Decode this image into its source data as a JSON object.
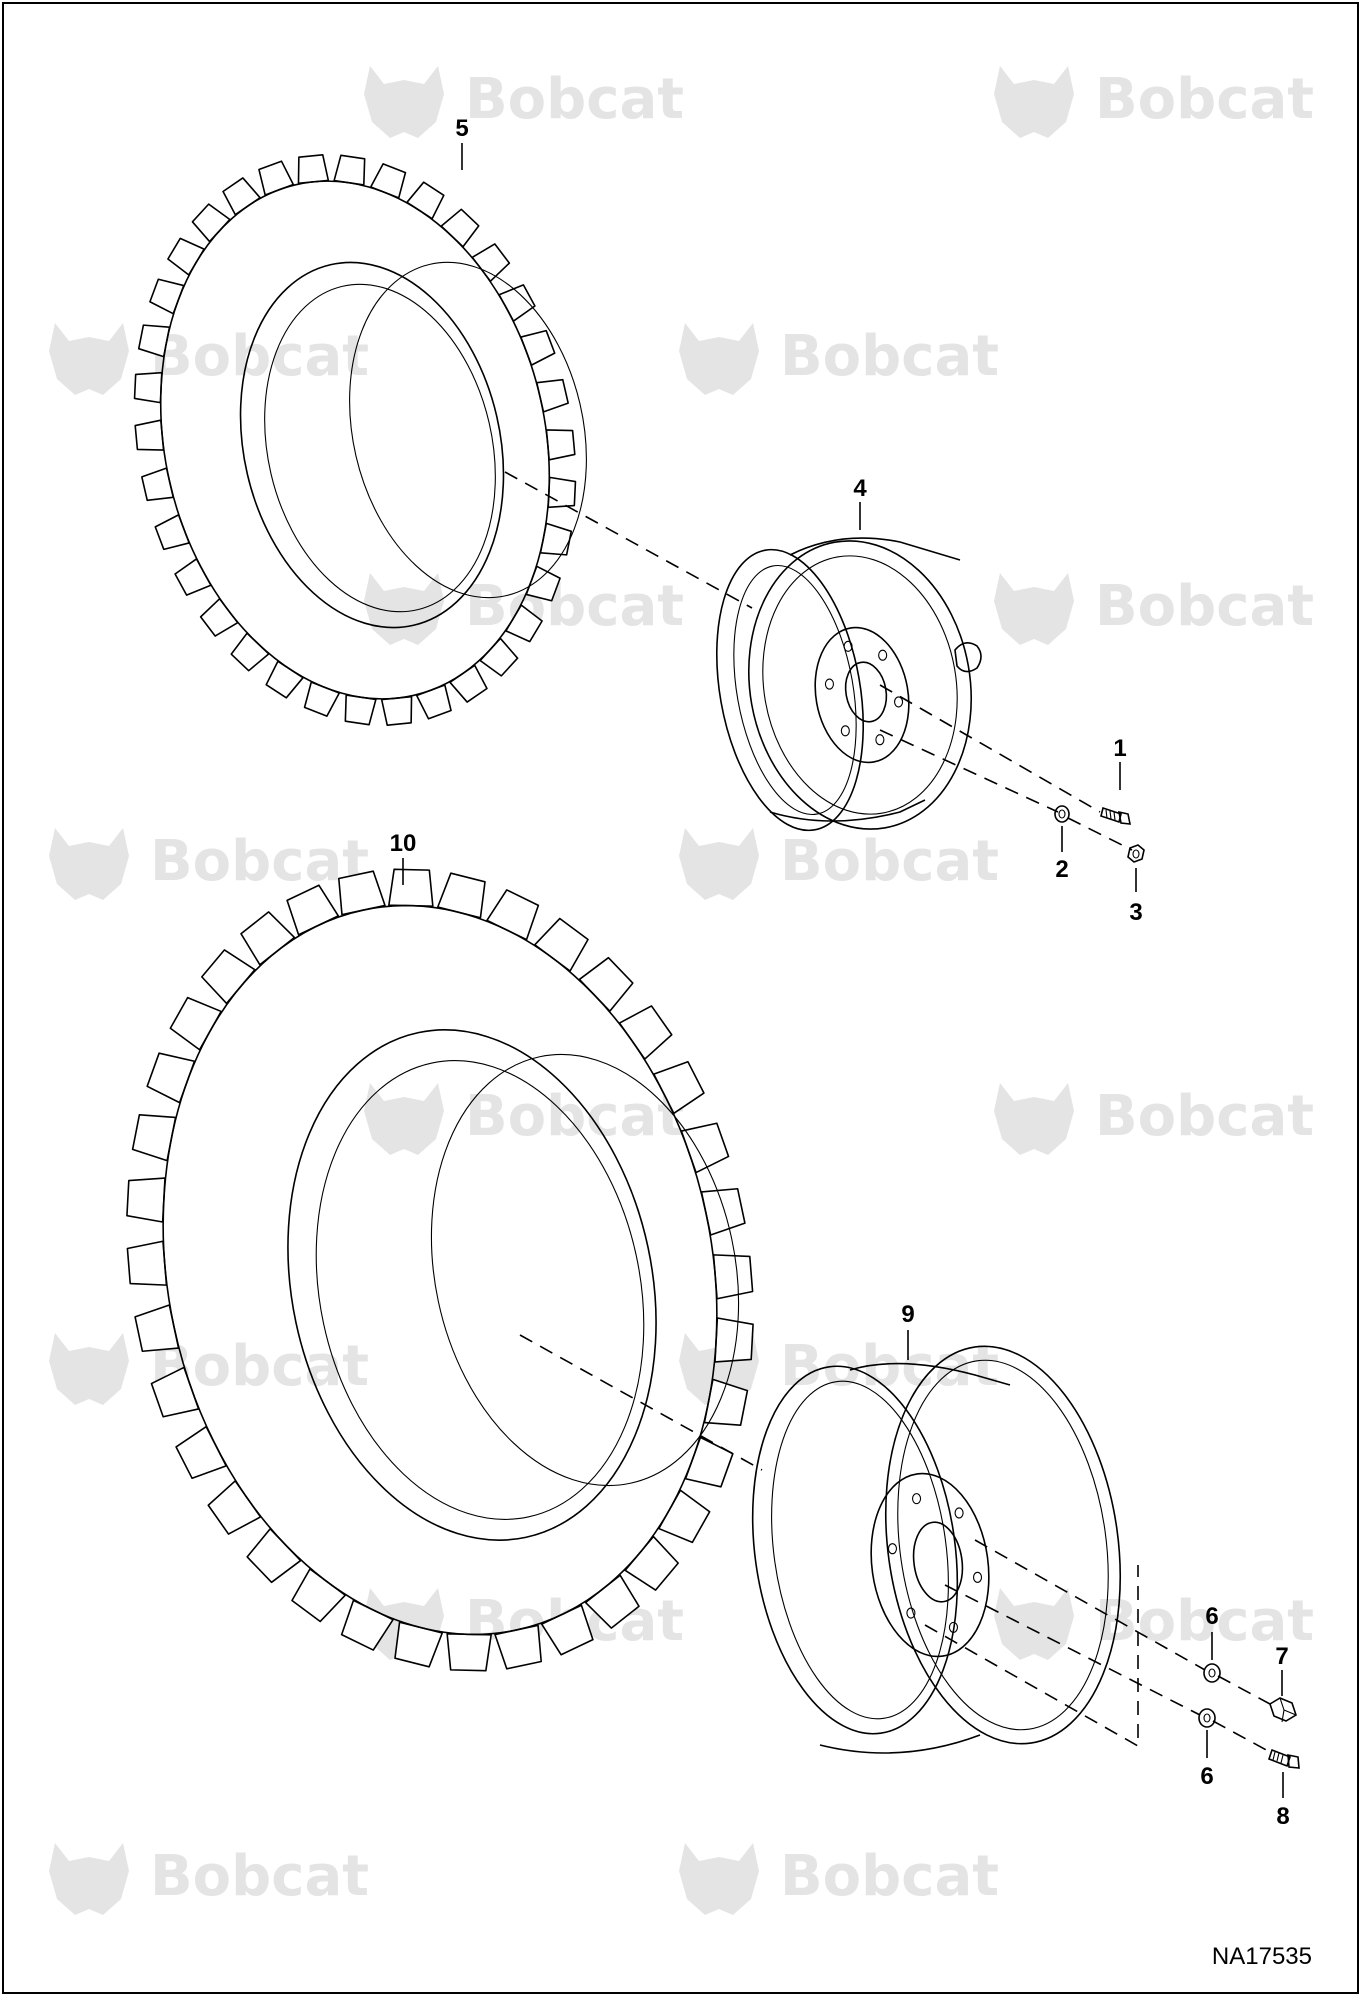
{
  "figure": {
    "id_code": "NA17535",
    "watermark_text": "Bobcat",
    "watermark_color": "#e4e4e4",
    "line_color": "#000000"
  },
  "callouts": [
    {
      "key": "c5",
      "label": "5"
    },
    {
      "key": "c4",
      "label": "4"
    },
    {
      "key": "c1",
      "label": "1"
    },
    {
      "key": "c2",
      "label": "2"
    },
    {
      "key": "c3",
      "label": "3"
    },
    {
      "key": "c10",
      "label": "10"
    },
    {
      "key": "c9",
      "label": "9"
    },
    {
      "key": "c6a",
      "label": "6"
    },
    {
      "key": "c7",
      "label": "7"
    },
    {
      "key": "c6b",
      "label": "6"
    },
    {
      "key": "c8",
      "label": "8"
    }
  ]
}
